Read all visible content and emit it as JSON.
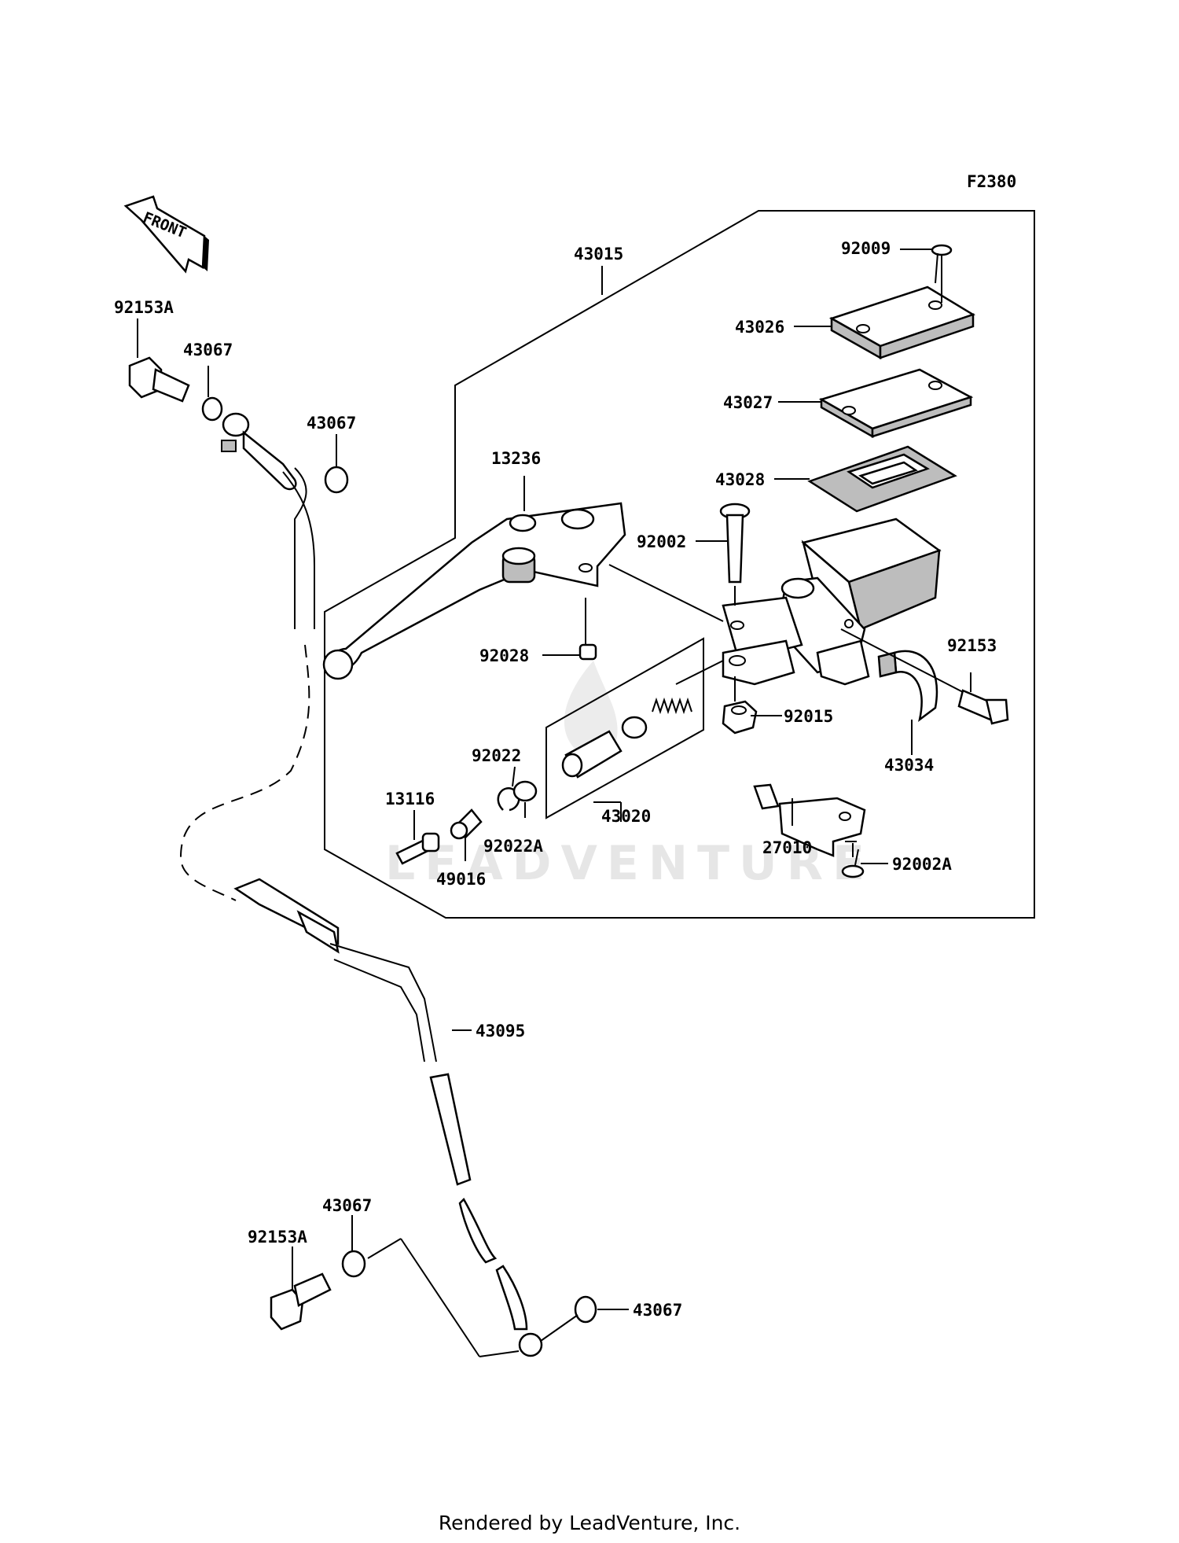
{
  "figure_code": "F2380",
  "front_arrow": "FRONT",
  "watermark": "LEADVENTURE",
  "footer": "Rendered by LeadVenture, Inc.",
  "labels": {
    "p43015": "43015",
    "p92009": "92009",
    "p43026": "43026",
    "p43027": "43027",
    "p43028": "43028",
    "p92002": "92002",
    "p13236": "13236",
    "p92028": "92028",
    "p92153": "92153",
    "p92015": "92015",
    "p43034": "43034",
    "p92022": "92022",
    "p13116": "13116",
    "p92022A": "92022A",
    "p43020": "43020",
    "p49016": "49016",
    "p27010": "27010",
    "p92002A": "92002A",
    "p92153A_top": "92153A",
    "p43067_top1": "43067",
    "p43067_top2": "43067",
    "p43095": "43095",
    "p43067_bot1": "43067",
    "p92153A_bot": "92153A",
    "p43067_bot2": "43067"
  }
}
